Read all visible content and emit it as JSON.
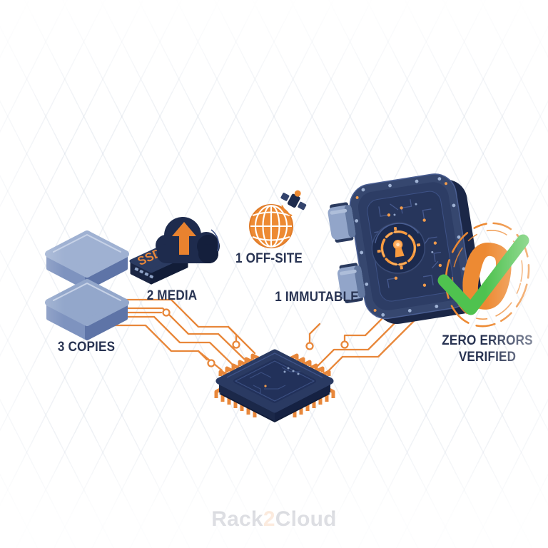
{
  "brand": {
    "prefix": "Rack",
    "middle": "2",
    "suffix": "Cloud"
  },
  "steps": {
    "copies": {
      "label": "3 COPIES",
      "icon": "stacked-storage"
    },
    "media": {
      "label": "2 MEDIA",
      "icon": "ssd-cloud-upload"
    },
    "offsite": {
      "label": "1 OFF-SITE",
      "icon": "globe-satellite"
    },
    "immutable": {
      "label": "1 IMMUTABLE",
      "icon": "vault-door"
    },
    "verified": {
      "label_line1": "ZERO ERRORS",
      "label_line2": "VERIFIED",
      "icon": "zero-checkmark-badge"
    }
  },
  "ssd": {
    "label": "SSD"
  },
  "zero_badge": {
    "digit": "0"
  },
  "hub_icon": "cpu-chip",
  "colors": {
    "orange": "#E8873A",
    "navy": "#1E2A4A",
    "steel_blue": "#8FA3C7",
    "green": "#4FC24F",
    "label_text": "#283352",
    "logo_navy": "#1C2541",
    "logo_orange": "#E87825",
    "background": "#FFFFFF"
  }
}
